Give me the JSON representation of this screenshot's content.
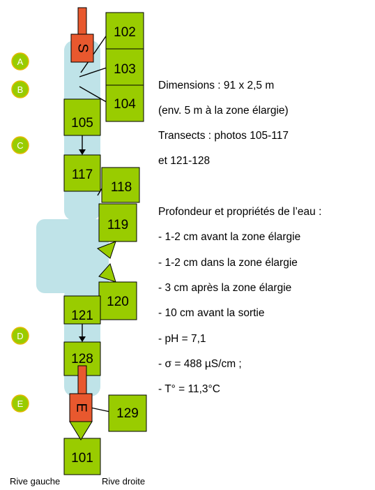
{
  "colors": {
    "stream": "#bfe3e8",
    "photo_box": "#99cc00",
    "marker_fill": "#99cc00",
    "marker_text": "#ffffff",
    "gauge": "#e8582e",
    "outline": "#000000"
  },
  "markers": {
    "a": "A",
    "b": "B",
    "c": "C",
    "d": "D",
    "e": "E"
  },
  "boxes": {
    "b102": "102",
    "b103": "103",
    "b104": "104",
    "b105": "105",
    "b117": "117",
    "b118": "118",
    "b119": "119",
    "b120": "120",
    "b121": "121",
    "b128": "128",
    "b129": "129",
    "b101": "101"
  },
  "gauges": {
    "start": "S",
    "end": "E"
  },
  "banks": {
    "left": "Rive gauche",
    "right": "Rive droite"
  },
  "info": {
    "dimensions": "Dimensions : 91 x 2,5 m",
    "widened": "(env. 5 m à la zone élargie)",
    "transects_1": "Transects : photos 105-117",
    "transects_2": "et 121-128",
    "water_title": "Profondeur et propriétés de l’eau :",
    "depth_1": "- 1-2 cm avant la zone élargie",
    "depth_2": "- 1-2 cm dans la zone élargie",
    "depth_3": "- 3 cm après la zone élargie",
    "depth_4": "- 10 cm avant la sortie",
    "ph": "- pH = 7,1",
    "conductivity": "- σ = 488 µS/cm ;",
    "temperature": "- T° = 11,3°C"
  }
}
